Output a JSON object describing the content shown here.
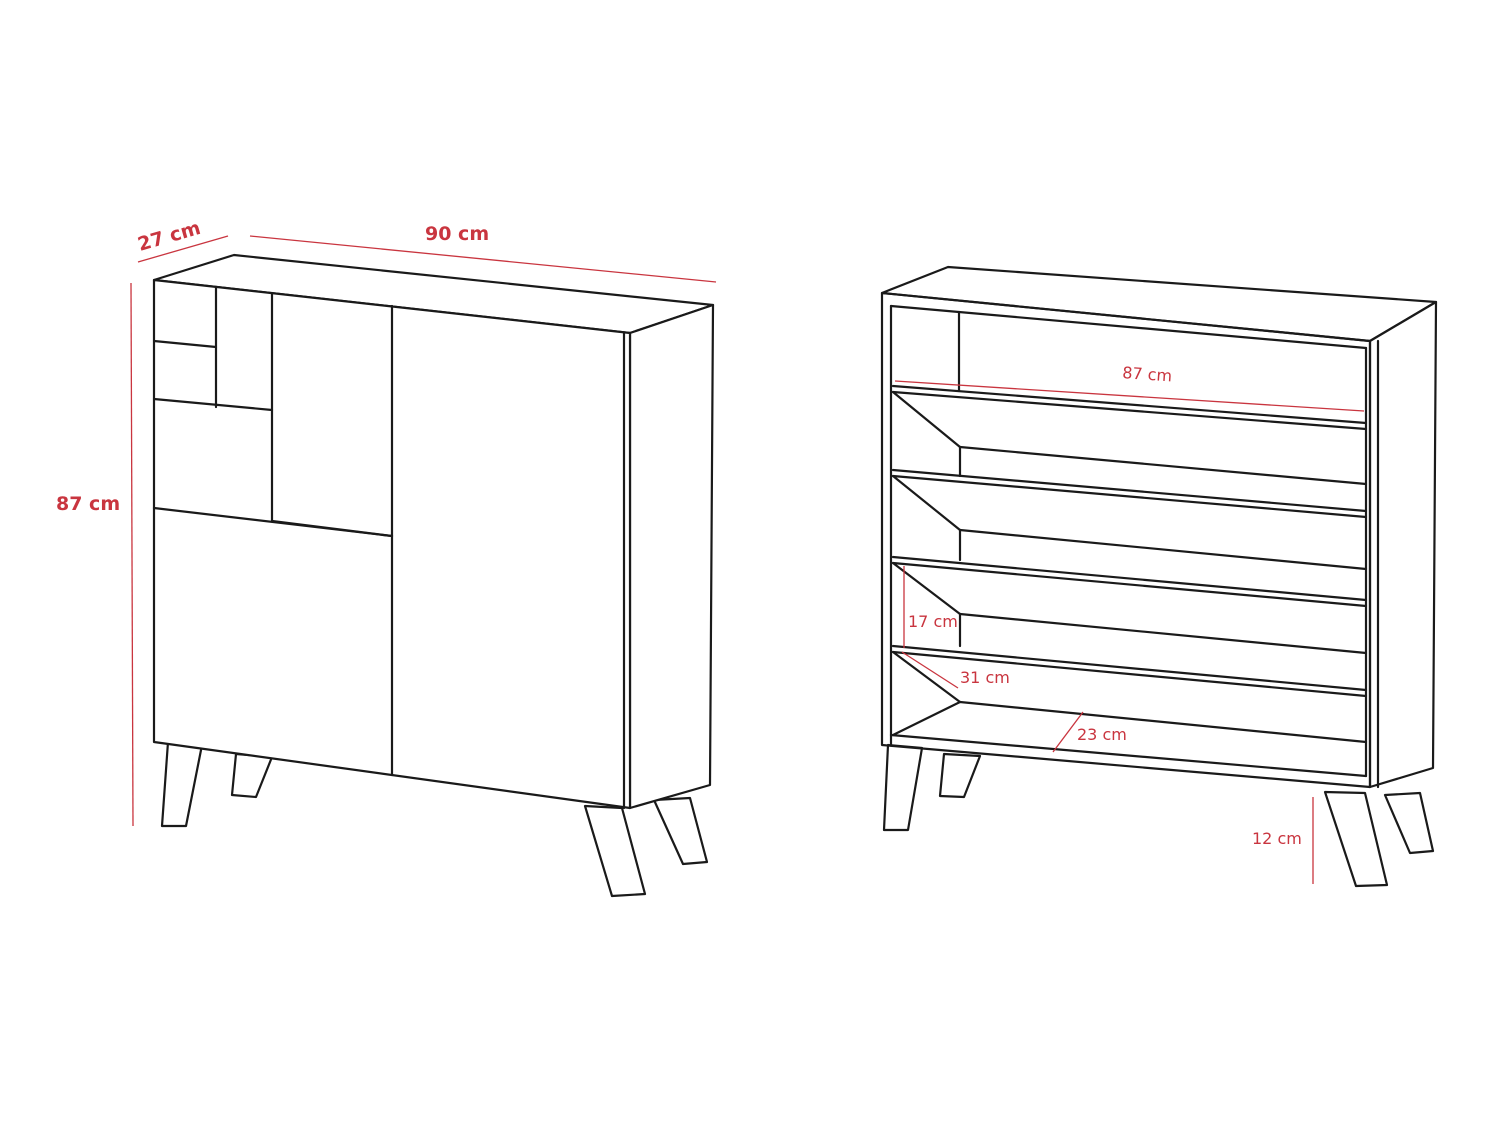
{
  "colors": {
    "line": "#1a1a1a",
    "dimension": "#c9353f",
    "background": "#ffffff"
  },
  "closed_view": {
    "depth_label": "27 cm",
    "width_label": "90 cm",
    "height_label": "87 cm"
  },
  "open_view": {
    "inner_width_label": "87 cm",
    "shelf_height_label": "17 cm",
    "shelf_depth_label": "31 cm",
    "base_depth_label": "23 cm",
    "leg_height_label": "12 cm"
  }
}
